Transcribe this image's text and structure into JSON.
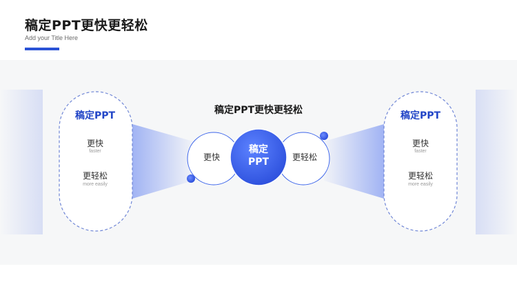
{
  "header": {
    "title": "稿定PPT更快更轻松",
    "subtitle": "Add your Title Here"
  },
  "center": {
    "heading": "稿定PPT更快更轻松",
    "hub_line1": "稿定",
    "hub_line2": "PPT",
    "left_circle": "更快",
    "right_circle": "更轻松"
  },
  "left_card": {
    "title": "稿定PPT",
    "items": [
      {
        "cn": "更快",
        "en": "faster"
      },
      {
        "cn": "更轻松",
        "en": "more easily"
      }
    ]
  },
  "right_card": {
    "title": "稿定PPT",
    "items": [
      {
        "cn": "更快",
        "en": "faster"
      },
      {
        "cn": "更轻松",
        "en": "more easily"
      }
    ]
  },
  "colors": {
    "accent": "#2a52d6",
    "hub": "#3a63ea",
    "dash": "#6f86d6"
  }
}
